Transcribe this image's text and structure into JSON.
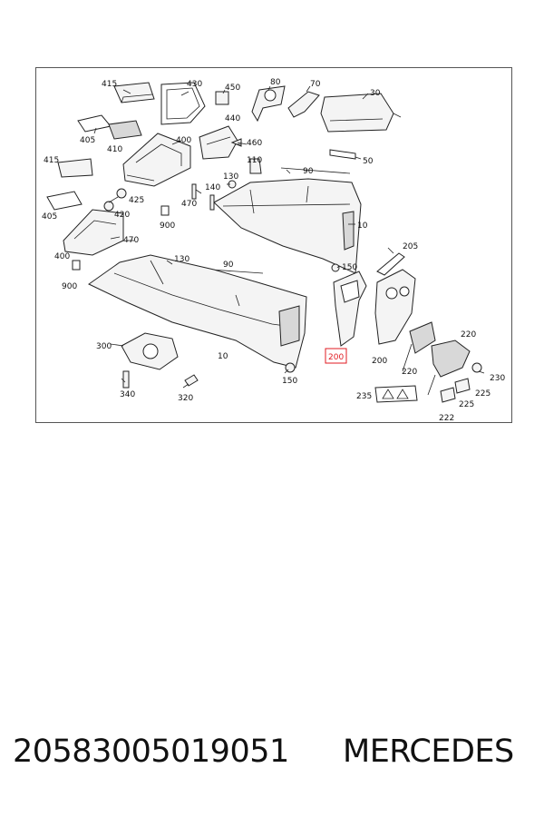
{
  "diagram": {
    "callouts": [
      {
        "id": "c415a",
        "label": "415"
      },
      {
        "id": "c430",
        "label": "430"
      },
      {
        "id": "c450",
        "label": "450"
      },
      {
        "id": "c80",
        "label": "80"
      },
      {
        "id": "c70",
        "label": "70"
      },
      {
        "id": "c30",
        "label": "30"
      },
      {
        "id": "c405a",
        "label": "405"
      },
      {
        "id": "c410",
        "label": "410"
      },
      {
        "id": "c400a",
        "label": "400"
      },
      {
        "id": "c440",
        "label": "440"
      },
      {
        "id": "c460",
        "label": "460"
      },
      {
        "id": "c50",
        "label": "50"
      },
      {
        "id": "c415b",
        "label": "415"
      },
      {
        "id": "c110",
        "label": "110"
      },
      {
        "id": "c90a",
        "label": "90"
      },
      {
        "id": "c130a",
        "label": "130"
      },
      {
        "id": "c425",
        "label": "425"
      },
      {
        "id": "c140",
        "label": "140"
      },
      {
        "id": "c470a",
        "label": "470"
      },
      {
        "id": "c405b",
        "label": "405"
      },
      {
        "id": "c420",
        "label": "420"
      },
      {
        "id": "c900a",
        "label": "900"
      },
      {
        "id": "c10a",
        "label": "10"
      },
      {
        "id": "c470b",
        "label": "470"
      },
      {
        "id": "c205",
        "label": "205"
      },
      {
        "id": "c400b",
        "label": "400"
      },
      {
        "id": "c130b",
        "label": "130"
      },
      {
        "id": "c90b",
        "label": "90"
      },
      {
        "id": "c150a",
        "label": "150"
      },
      {
        "id": "c900b",
        "label": "900"
      },
      {
        "id": "c300",
        "label": "300"
      },
      {
        "id": "c10b",
        "label": "10"
      },
      {
        "id": "c200a",
        "label": "200"
      },
      {
        "id": "c200b",
        "label": "200"
      },
      {
        "id": "c220a",
        "label": "220"
      },
      {
        "id": "c220b",
        "label": "220"
      },
      {
        "id": "c230",
        "label": "230"
      },
      {
        "id": "c150b",
        "label": "150"
      },
      {
        "id": "c340",
        "label": "340"
      },
      {
        "id": "c320",
        "label": "320"
      },
      {
        "id": "c235",
        "label": "235"
      },
      {
        "id": "c225a",
        "label": "225"
      },
      {
        "id": "c225b",
        "label": "225"
      },
      {
        "id": "c222",
        "label": "222"
      }
    ],
    "highlight_color": "#e11b22"
  },
  "caption": {
    "part_number": "20583005019051",
    "brand": "MERCEDES"
  }
}
